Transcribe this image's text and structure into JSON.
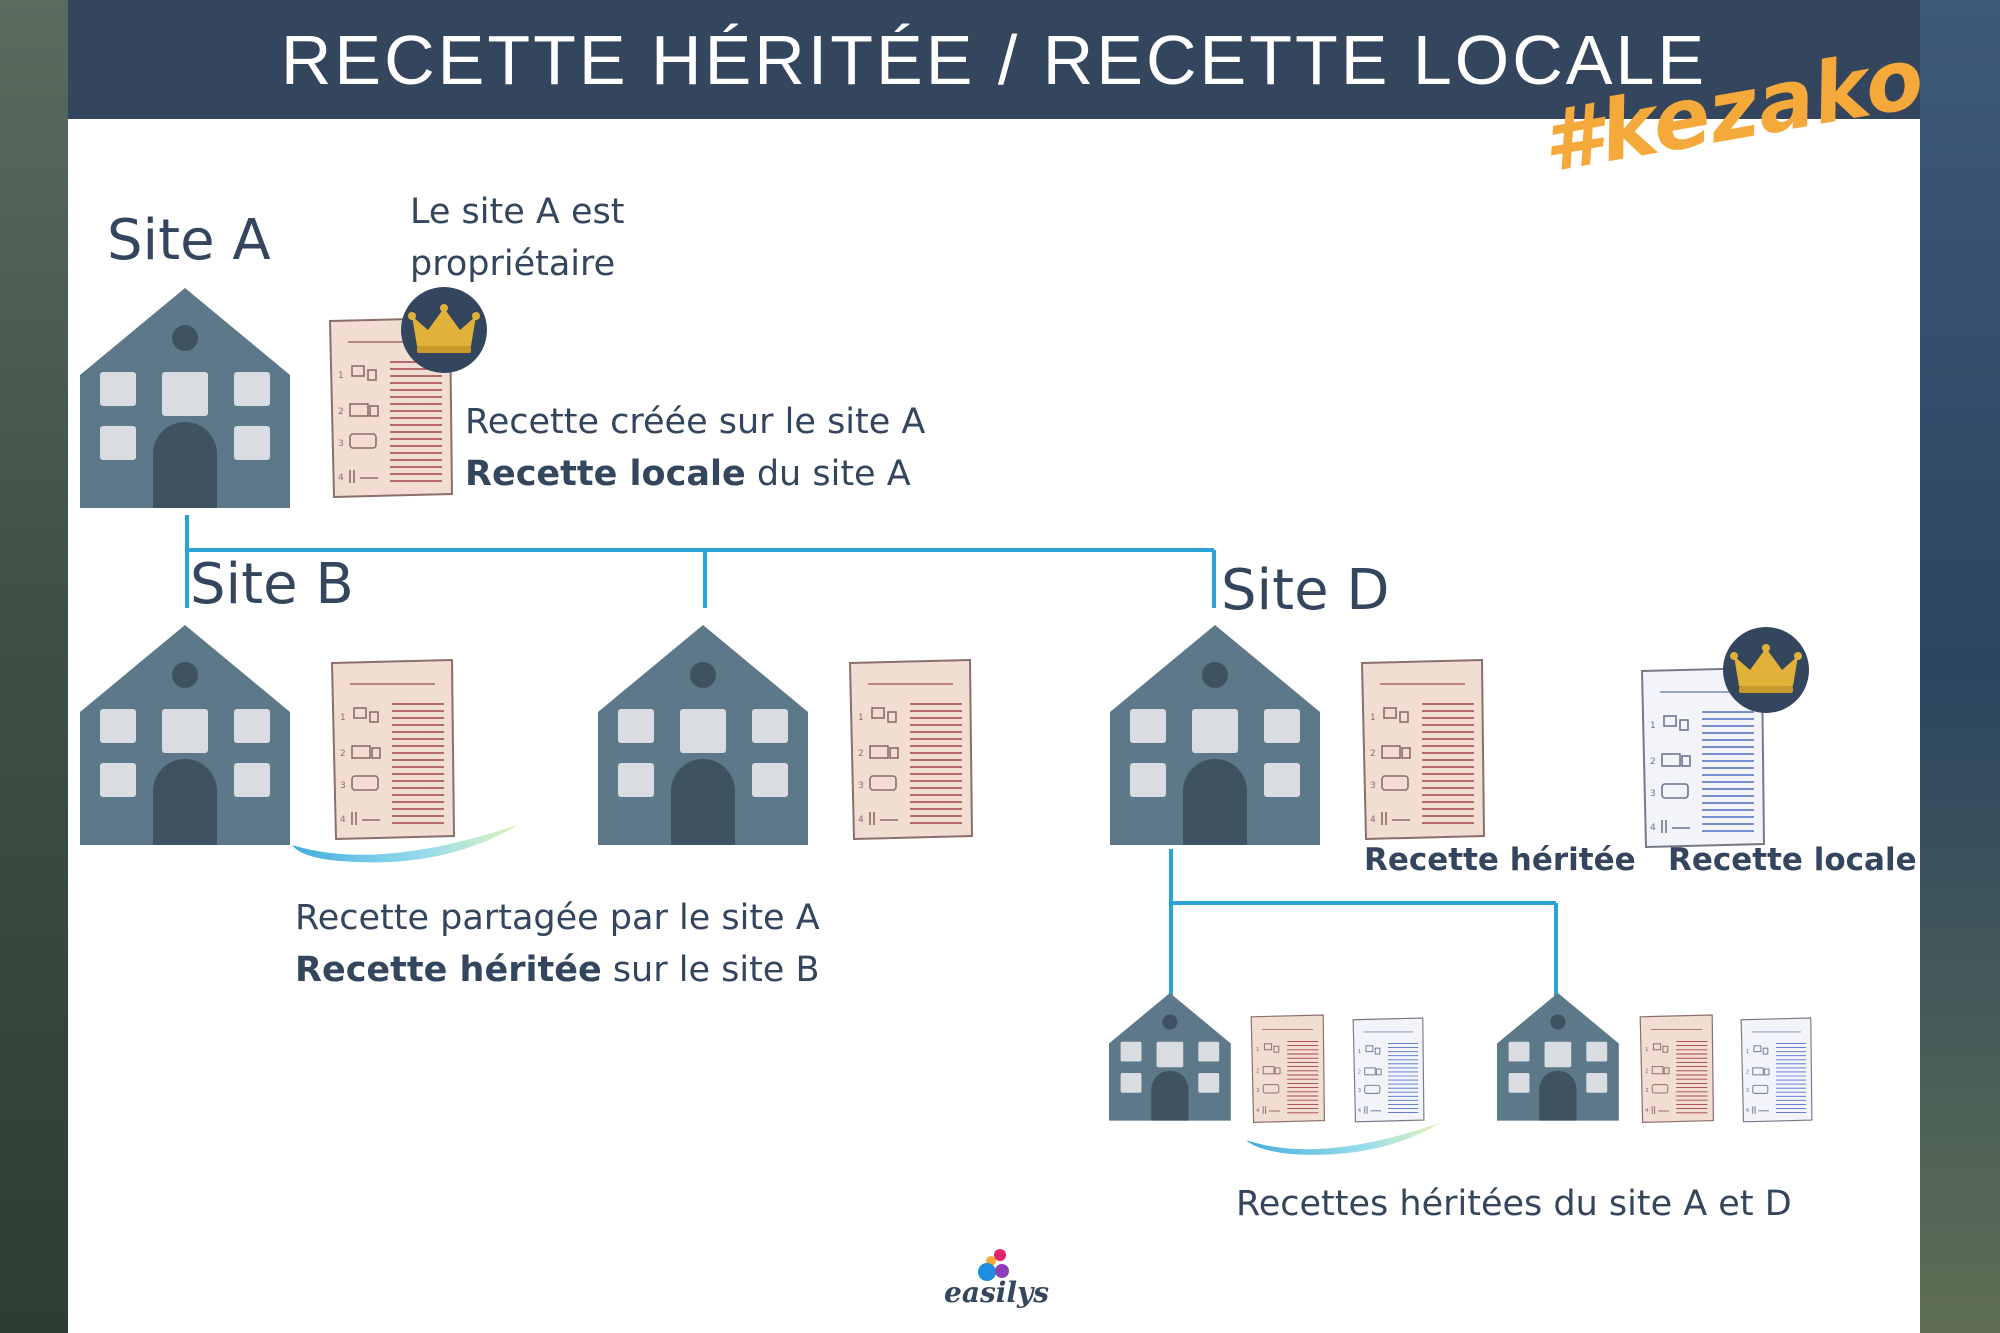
{
  "title": "RECETTE HÉRITÉE / RECETTE LOCALE",
  "hashtag": "#kezako",
  "sites": {
    "a": "Site A",
    "b": "Site B",
    "d": "Site D"
  },
  "annotations": {
    "owner_line1": "Le site A est",
    "owner_line2": "propriétaire",
    "created_line1": "Recette créée sur le site A",
    "created_line2_bold": "Recette locale",
    "created_line2_rest": " du site A",
    "shared_line1": "Recette partagée par le site A",
    "shared_line2_bold": "Recette héritée",
    "shared_line2_rest": " sur le site B",
    "d_inherited": "Recette héritée",
    "d_local": "Recette locale",
    "children_note": "Recettes héritées du site A et D"
  },
  "brand": "easilys",
  "colors": {
    "header_bg": "#34465d",
    "building": "#5d7888",
    "connector": "#2aa3d8",
    "hashtag": "#f5a93a",
    "inherited_recipe": "#f2ddd3",
    "local_recipe": "#f3f4fa",
    "crown_badge": "#34465d",
    "crown": "#e0b23a"
  },
  "icons": [
    "building-icon",
    "recipe-document-icon",
    "crown-icon",
    "brush-stroke",
    "easilys-logo-icon"
  ]
}
